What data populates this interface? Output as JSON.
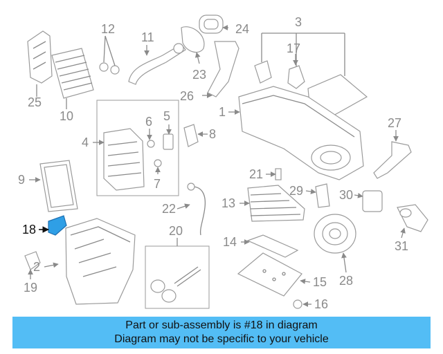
{
  "diagram": {
    "highlight_color": "#2f9fe6",
    "highlighted_part": "18",
    "callouts": [
      "1",
      "2",
      "3",
      "4",
      "5",
      "6",
      "7",
      "8",
      "9",
      "10",
      "11",
      "12",
      "13",
      "14",
      "15",
      "16",
      "17",
      "18",
      "19",
      "20",
      "21",
      "22",
      "23",
      "24",
      "25",
      "26",
      "27",
      "28",
      "29",
      "30",
      "31"
    ]
  },
  "banner": {
    "line1": "Part or sub-assembly is #18 in diagram",
    "line2": "Diagram may not be specific to your vehicle",
    "background": "#53bdf5"
  }
}
